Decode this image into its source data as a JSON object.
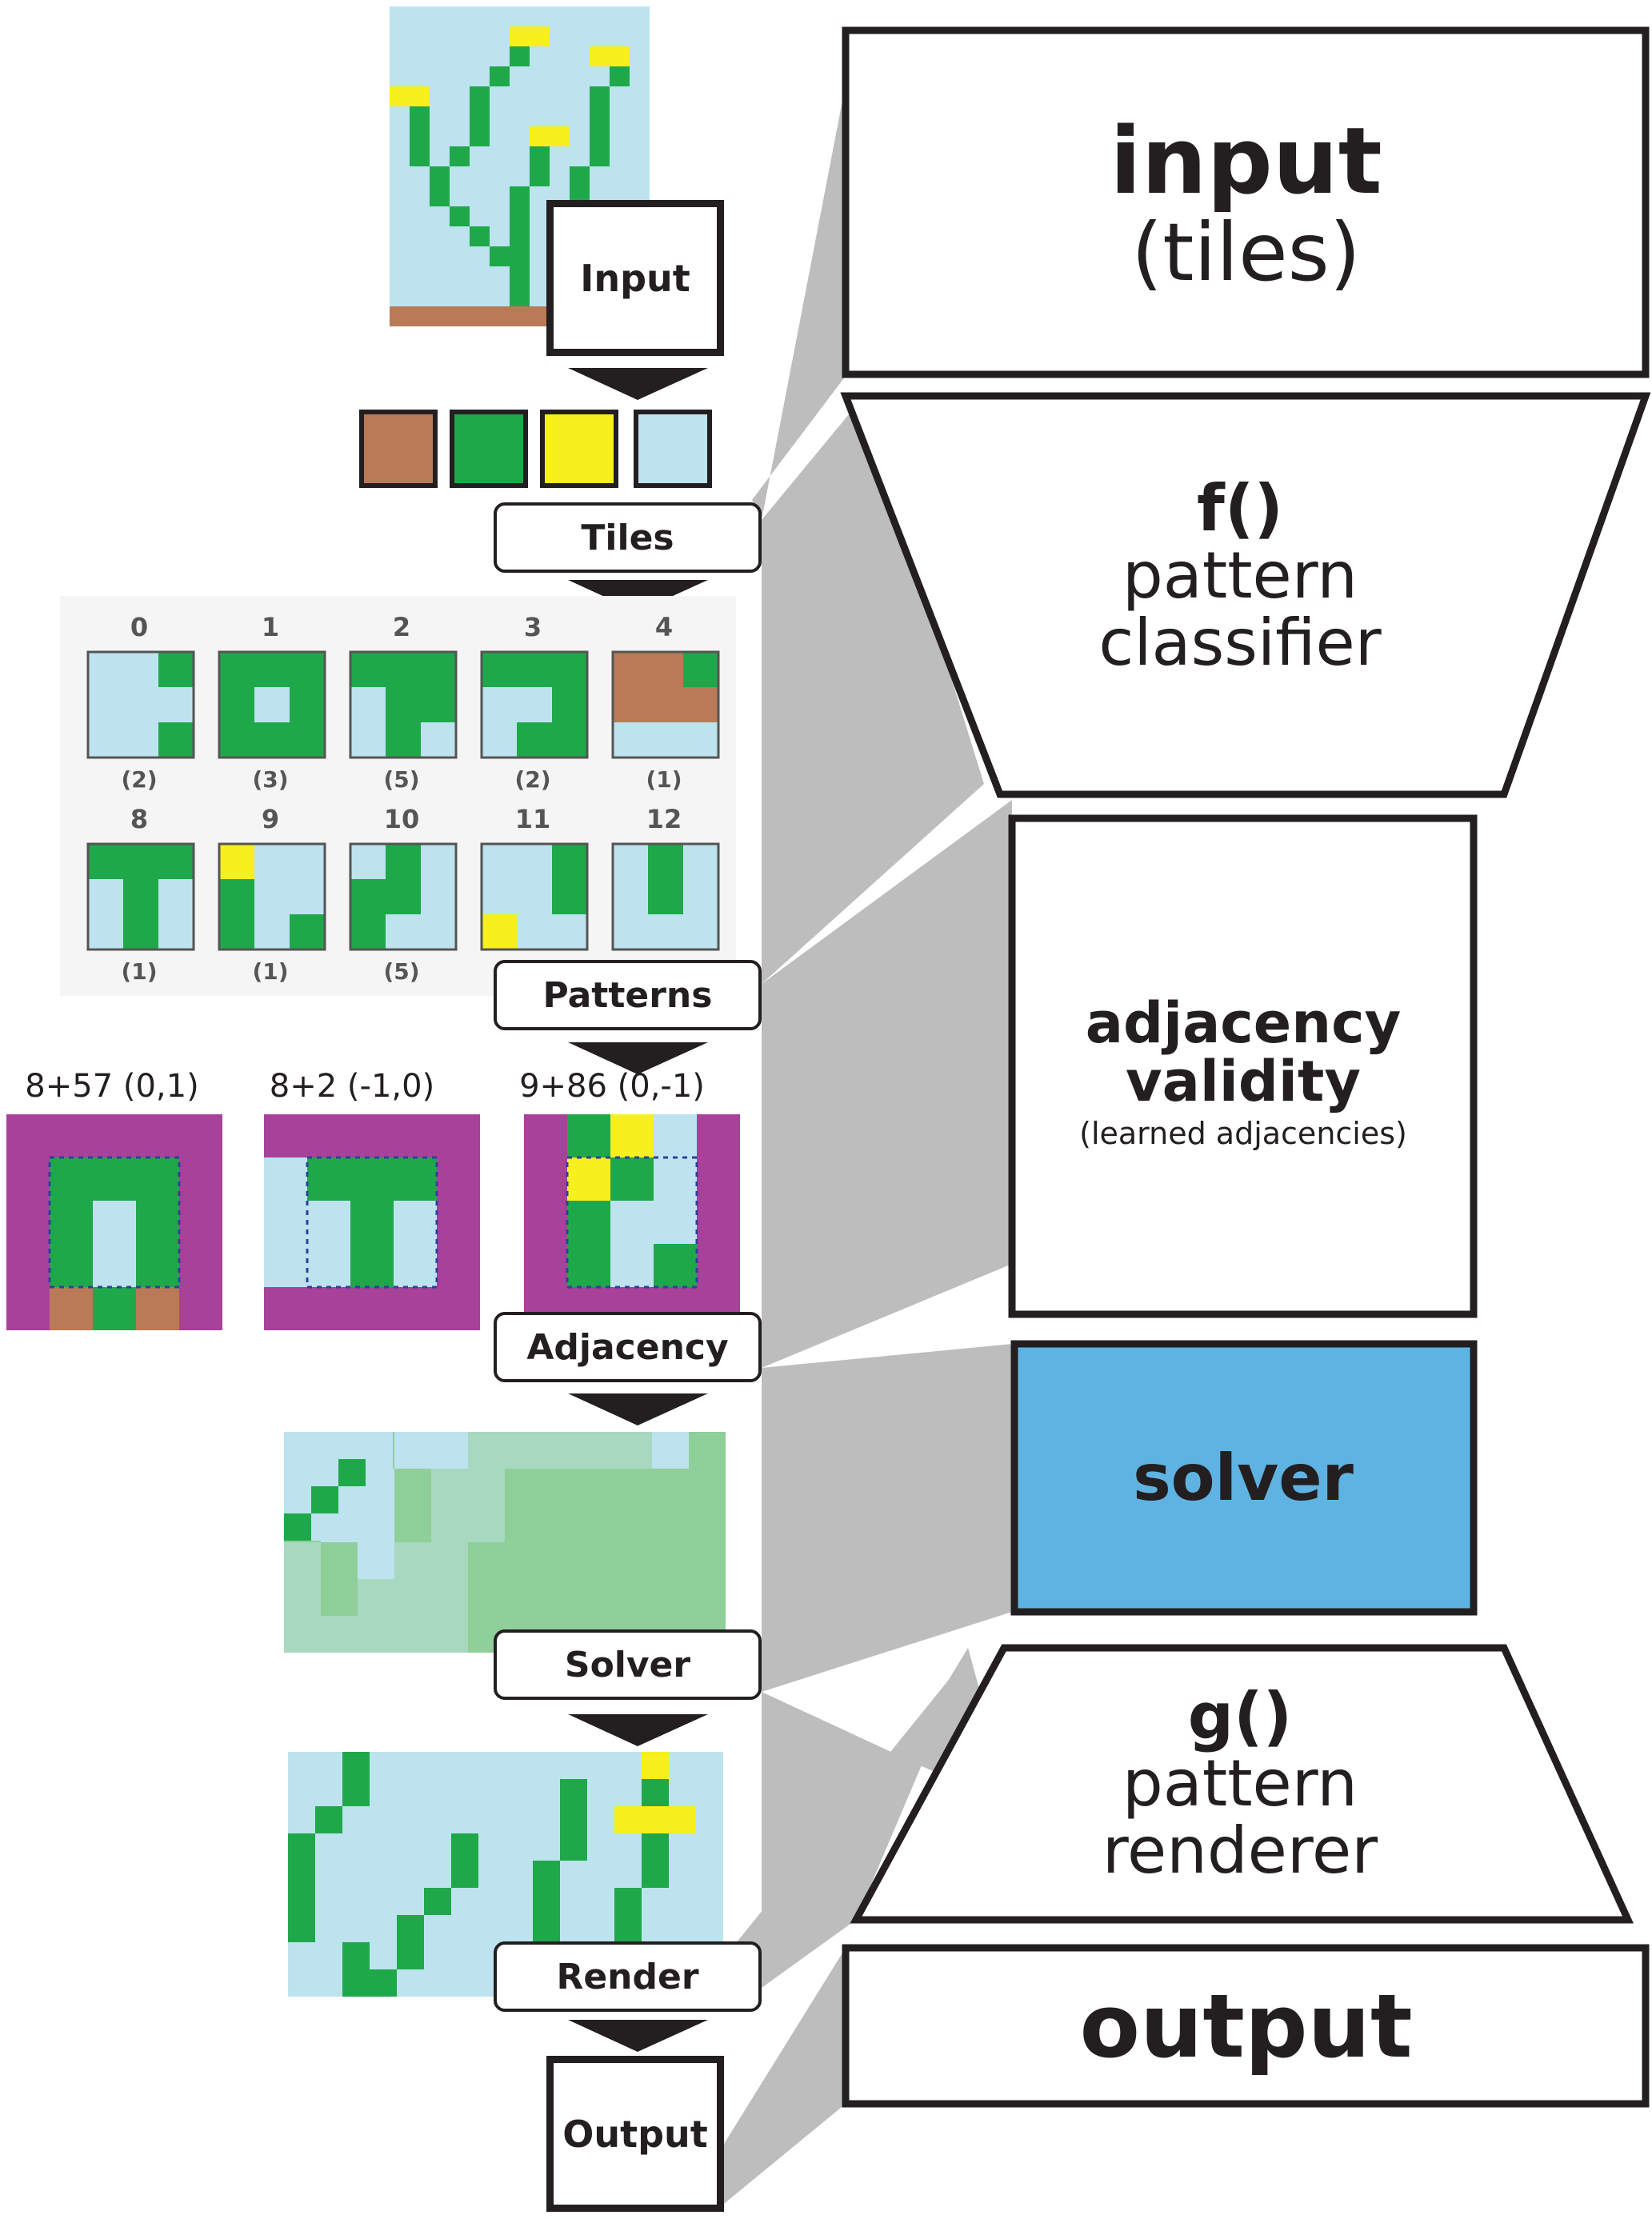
{
  "stages": {
    "input": "Input",
    "tiles": "Tiles",
    "patterns": "Patterns",
    "adjacency": "Adjacency",
    "solver": "Solver",
    "render": "Render",
    "output": "Output"
  },
  "panels": {
    "input": {
      "title": "input",
      "sub": "(tiles)"
    },
    "classifier": {
      "title": "f()",
      "line1": "pattern",
      "line2": "classifier"
    },
    "adjacency": {
      "title1": "adjacency",
      "title2": "validity",
      "note": "(learned adjacencies)"
    },
    "solver": {
      "title": "solver"
    },
    "renderer": {
      "title": "g()",
      "line1": "pattern",
      "line2": "renderer"
    },
    "output": {
      "title": "output"
    }
  },
  "patterns": [
    {
      "id": "0",
      "count": "(2)"
    },
    {
      "id": "1",
      "count": "(3)"
    },
    {
      "id": "2",
      "count": "(5)"
    },
    {
      "id": "3",
      "count": "(2)"
    },
    {
      "id": "4",
      "count": "(1)"
    },
    {
      "id": "8",
      "count": "(1)"
    },
    {
      "id": "9",
      "count": "(1)"
    },
    {
      "id": "10",
      "count": "(5)"
    },
    {
      "id": "11",
      "count": ""
    },
    {
      "id": "12",
      "count": ""
    }
  ],
  "adjacency_examples": [
    {
      "label": "8+57 (0,1)"
    },
    {
      "label": "8+2 (-1,0)"
    },
    {
      "label": "9+86 (0,-1)"
    }
  ],
  "colors": {
    "sky": "#bde3ef",
    "green": "#1fa84a",
    "yellow": "#f7ef1e",
    "brown": "#b97a57",
    "magenta": "#a8419a",
    "solver_fill": "#5fb3e3",
    "connector": "#bdbdbd",
    "ink": "#231f20"
  }
}
